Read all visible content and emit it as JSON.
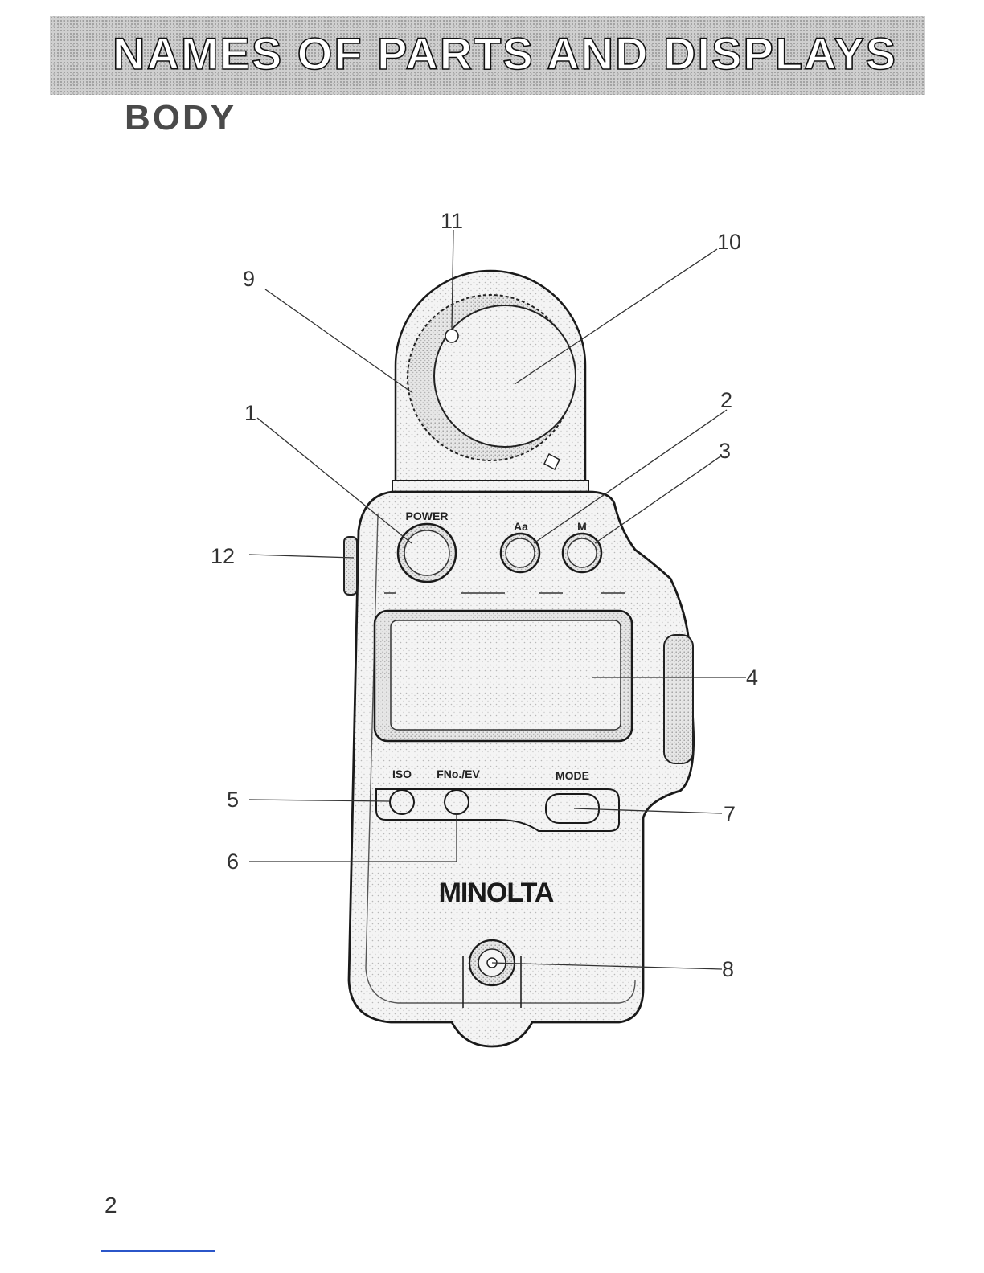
{
  "header": {
    "title": "NAMES OF PARTS AND DISPLAYS",
    "subtitle": "BODY"
  },
  "device": {
    "buttons": {
      "power": "POWER",
      "ambient": "Aa",
      "memory": "M",
      "iso": "ISO",
      "fno_ev": "FNo./EV",
      "mode": "MODE"
    },
    "brand": "MINOLTA"
  },
  "callouts": [
    "1",
    "2",
    "3",
    "4",
    "5",
    "6",
    "7",
    "8",
    "9",
    "10",
    "11",
    "12"
  ],
  "footer": {
    "page_number": "2"
  },
  "colors": {
    "banner": "#cfcfcf",
    "footer_rule": "#2b56c9"
  }
}
